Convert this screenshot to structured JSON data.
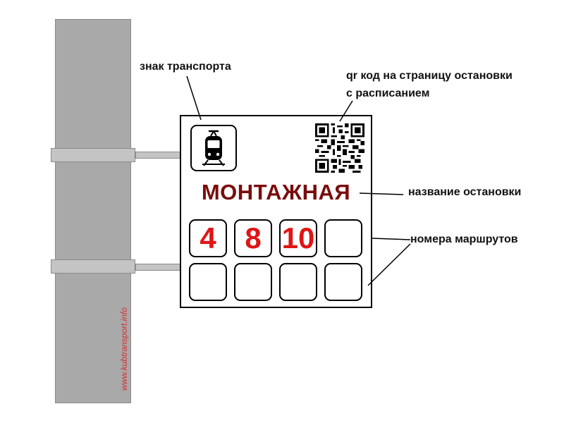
{
  "watermark": "www.kubtransport.info",
  "sign": {
    "stop_name": "МОНТАЖНАЯ",
    "routes": [
      "4",
      "8",
      "10",
      "",
      "",
      "",
      "",
      ""
    ]
  },
  "labels": {
    "transport_sign": "знак транспорта",
    "qr_line1": "qr код на страницу остановки",
    "qr_line2": "с расписанием",
    "stop_name": "название остановки",
    "route_numbers": "номера маршрутов"
  },
  "icons": {
    "transport": "tram-icon",
    "qr": "qr-code-icon"
  },
  "colors": {
    "stop_name": "#7a0c0c",
    "route_numbers": "#e01515",
    "pole": "#a9a9a9",
    "watermark": "#d03030"
  }
}
